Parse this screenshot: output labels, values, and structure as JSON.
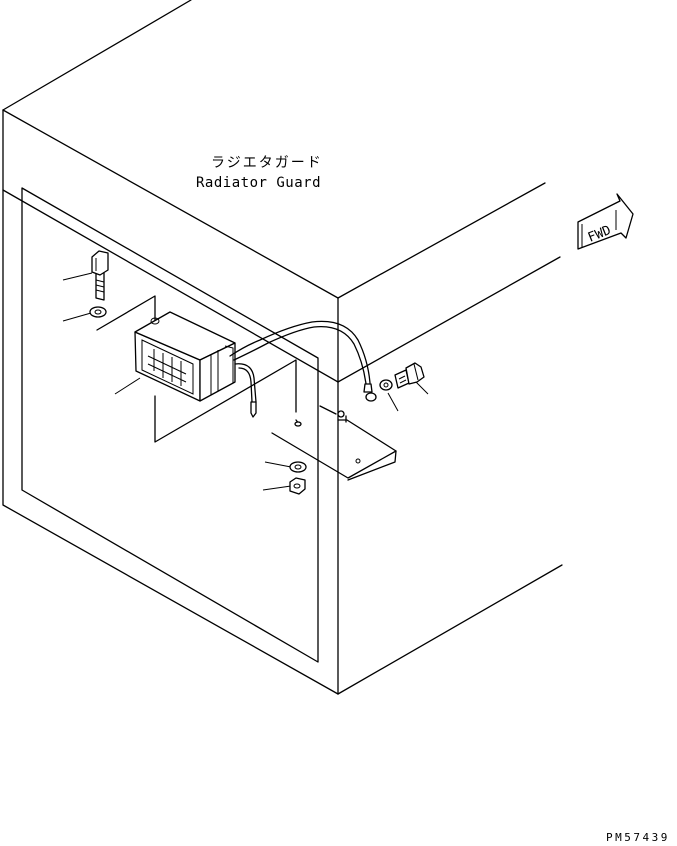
{
  "labels": {
    "japanese": "ラジエタガード",
    "english": "Radiator Guard",
    "direction": "FWD",
    "drawing_code": "PM57439"
  },
  "icons": [
    "fwd-arrow-icon"
  ]
}
